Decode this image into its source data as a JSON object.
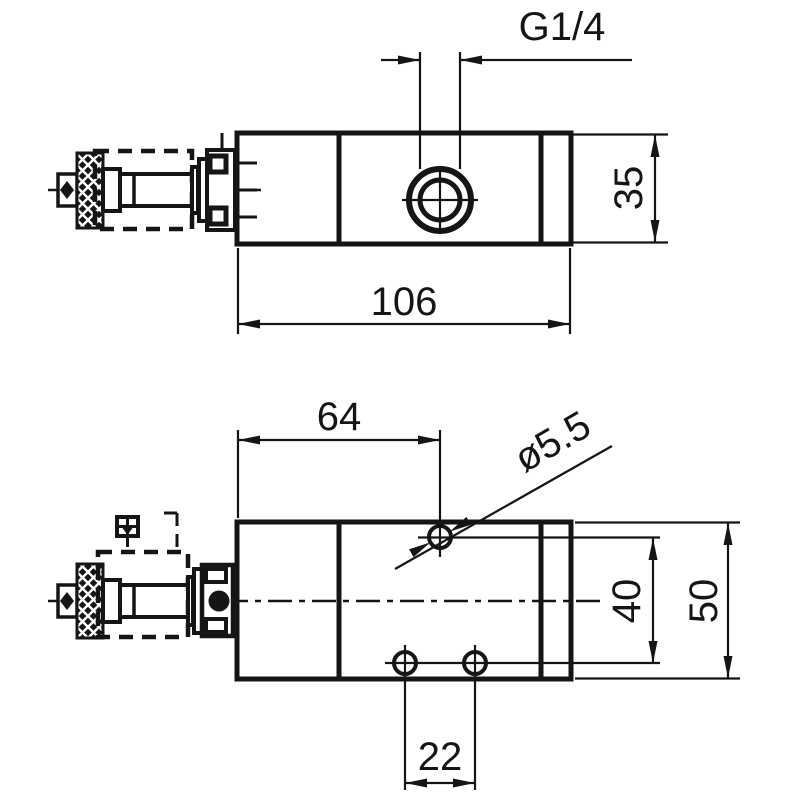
{
  "colors": {
    "line": "#151515",
    "background": "#ffffff"
  },
  "front_view": {
    "thread_label": "G1/4",
    "height_dim": "35",
    "length_dim": "106"
  },
  "plan_view": {
    "hole_position_dim": "64",
    "hole_diameter_label": "ø5.5",
    "vertical_pitch_dim": "40",
    "width_dim": "50",
    "horizontal_pitch_dim": "22"
  }
}
